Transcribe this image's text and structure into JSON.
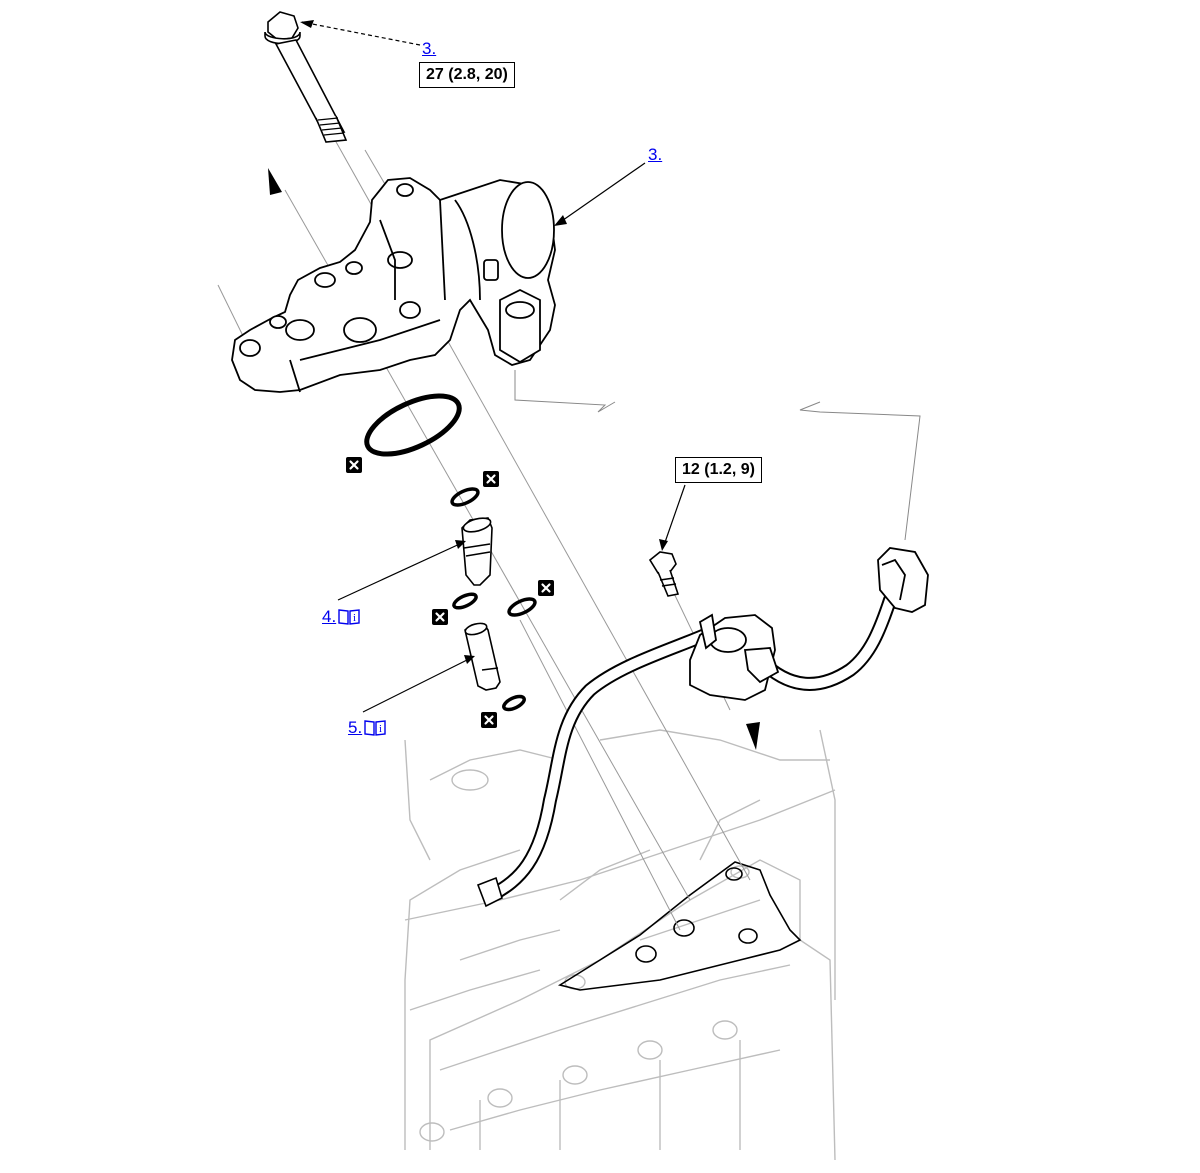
{
  "callouts": {
    "bolt_ref": "3.",
    "valve_ref": "3.",
    "filter_ref": "4.",
    "sleeve_ref": "5."
  },
  "torque": {
    "bolt": "27 (2.8, 20)",
    "bracket_bolt": "12 (1.2, 9)"
  },
  "icons": {
    "replace_mark": "x-box-icon",
    "service_info": "book-info-icon"
  },
  "colors": {
    "link": "#0000ee",
    "line_art": "#000000",
    "background_art": "#bdbdbd"
  }
}
